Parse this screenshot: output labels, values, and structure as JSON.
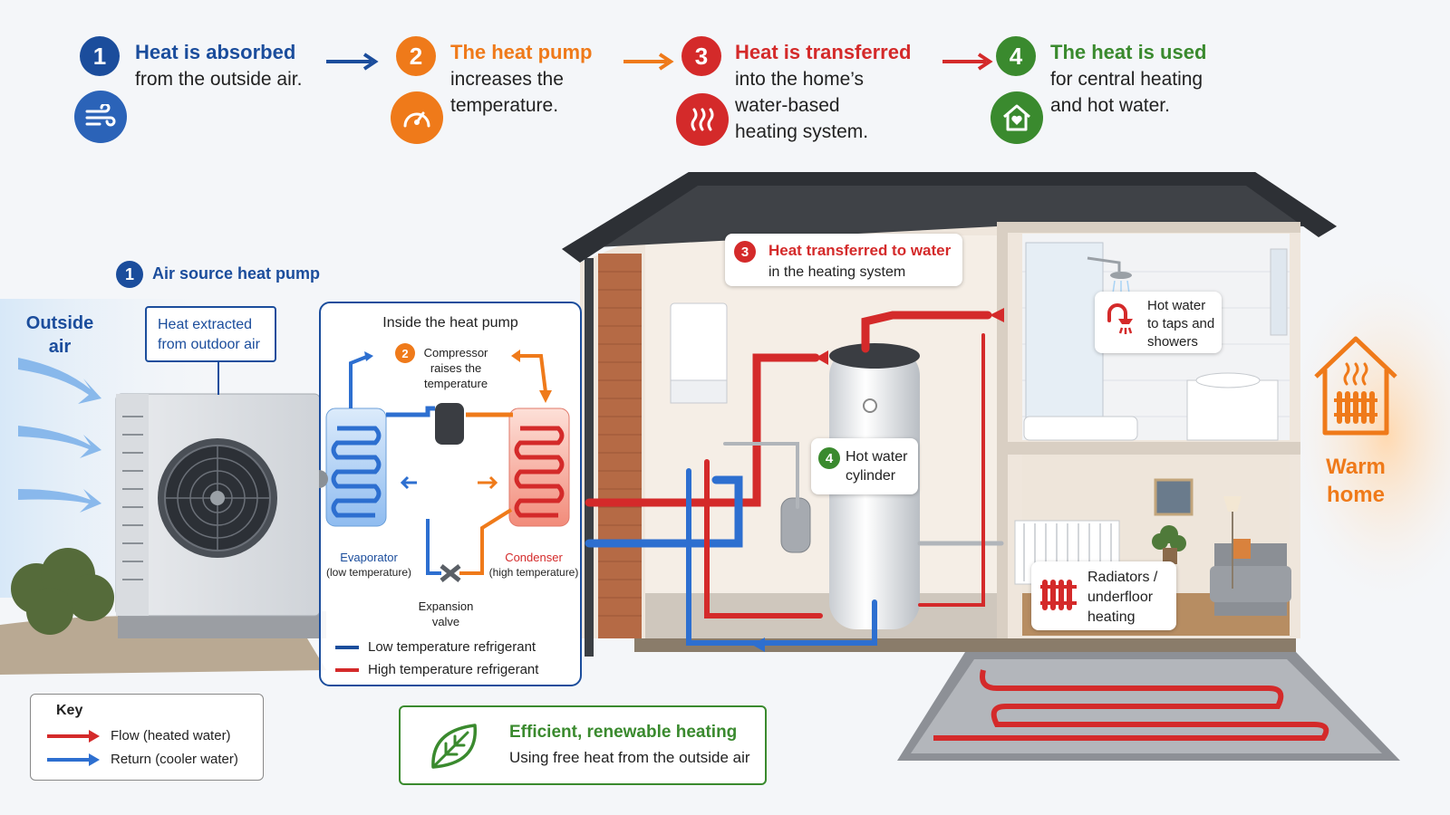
{
  "colors": {
    "blue": "#1b4d9c",
    "orange": "#ef7a1a",
    "red": "#d42a2a",
    "green": "#3a8a2e",
    "flow": "#d42a2a",
    "return": "#2d6fd0"
  },
  "steps": [
    {
      "number": "1",
      "title": "Heat is absorbed",
      "body": [
        "from the outside air."
      ],
      "icon": "wind-icon"
    },
    {
      "number": "2",
      "title": "The heat pump",
      "body": [
        "increases the",
        "temperature."
      ],
      "icon": "gauge-icon"
    },
    {
      "number": "3",
      "title": "Heat is transferred",
      "body": [
        "into the home’s",
        "water-based",
        "heating system."
      ],
      "icon": "heat-waves-icon"
    },
    {
      "number": "4",
      "title": "The heat is used",
      "body": [
        "for central heating",
        "and hot water."
      ],
      "icon": "house-heart-icon"
    }
  ],
  "outside_air": {
    "line1": "Outside",
    "line2": "air"
  },
  "ashp": {
    "number": "1",
    "label": "Air source heat pump"
  },
  "heat_extracted": {
    "line1": "Heat extracted",
    "line2": "from outdoor air"
  },
  "inside_pump": {
    "title": "Inside the heat pump",
    "compressor": {
      "number": "2",
      "line1": "Compressor",
      "line2": "raises the",
      "line3": "temperature"
    },
    "evaporator": {
      "name": "Evaporator",
      "note": "(low temperature)"
    },
    "condenser": {
      "name": "Condenser",
      "note": "(high temperature)"
    },
    "expansion": {
      "line1": "Expansion",
      "line2": "valve"
    },
    "legend": [
      {
        "label": "Low temperature refrigerant",
        "color": "#1b4d9c"
      },
      {
        "label": "High temperature refrigerant",
        "color": "#d42a2a"
      }
    ]
  },
  "house": {
    "transfer": {
      "number": "3",
      "line1": "Heat transferred to water",
      "line2": "in the heating system"
    },
    "cylinder": {
      "number": "4",
      "line1": "Hot water",
      "line2": "cylinder"
    },
    "taps": {
      "line1": "Hot water",
      "line2": "to taps and",
      "line3": "showers",
      "icon": "shower-icon"
    },
    "radiators": {
      "line1": "Radiators /",
      "line2": "underfloor",
      "line3": "heating",
      "icon": "radiator-icon"
    },
    "warm_home": {
      "line1": "Warm",
      "line2": "home",
      "icon": "warm-house-icon"
    }
  },
  "key": {
    "title": "Key",
    "items": [
      {
        "label": "Flow (heated water)",
        "color": "#d42a2a"
      },
      {
        "label": "Return (cooler water)",
        "color": "#2d6fd0"
      }
    ]
  },
  "efficient": {
    "title": "Efficient, renewable heating",
    "subtitle": "Using free heat from the outside air",
    "icon": "leaf-icon"
  }
}
